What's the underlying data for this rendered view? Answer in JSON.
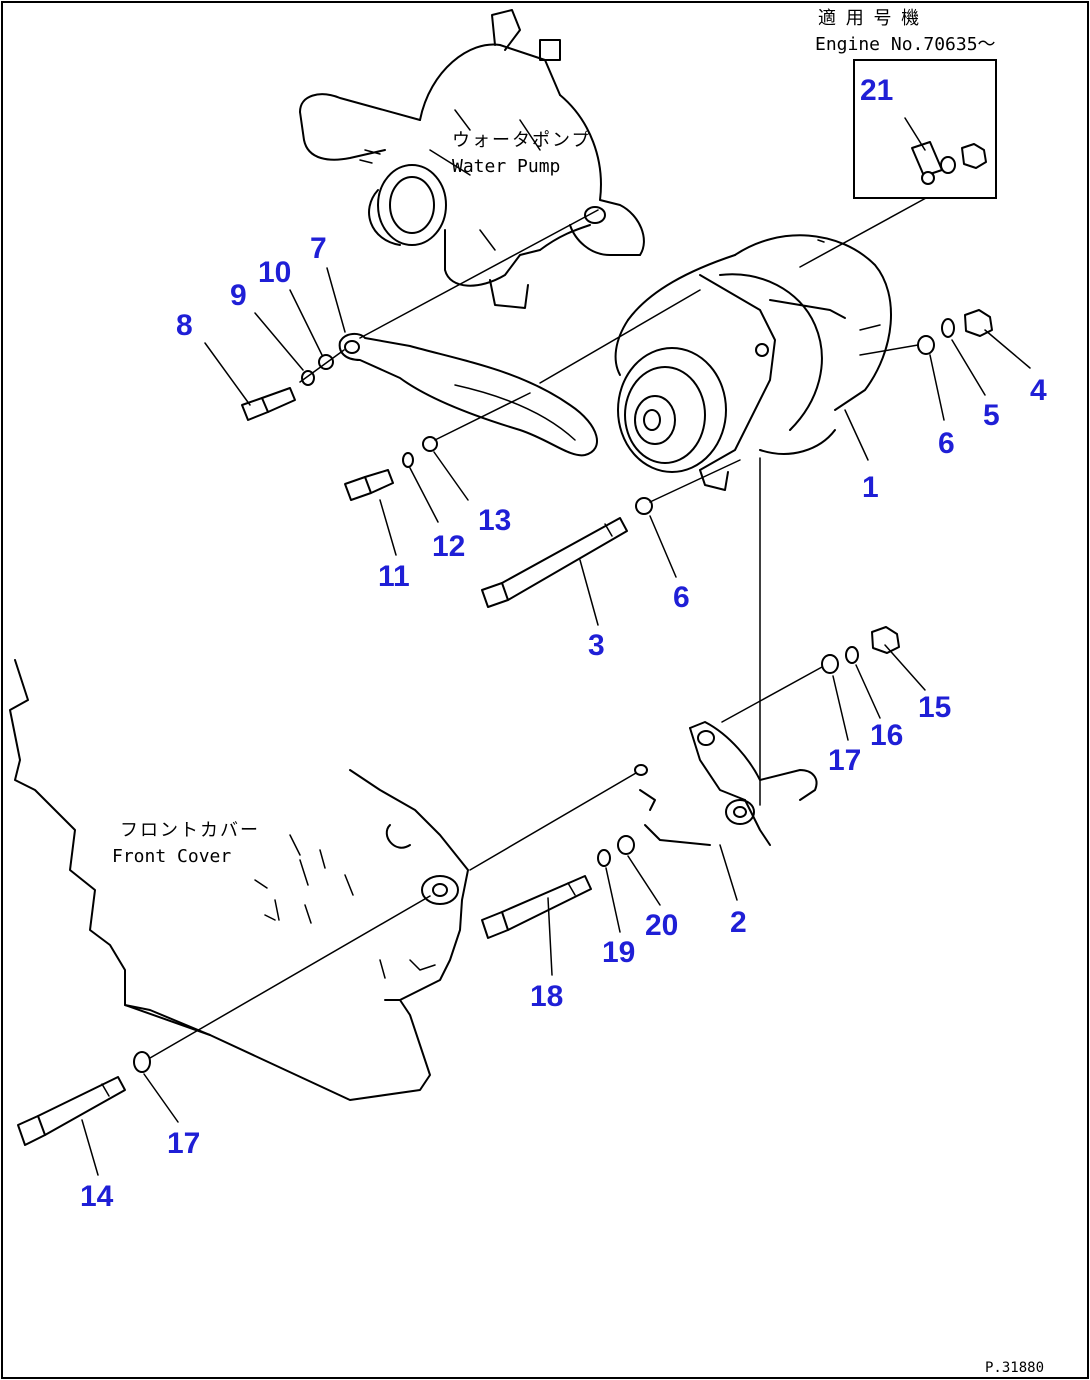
{
  "header": {
    "applicability_jp": "適 用 号 機",
    "engine_serial": "Engine No.70635～"
  },
  "labels": {
    "water_pump_jp": "ウォータポンプ",
    "water_pump_en": "Water Pump",
    "front_cover_jp": "フロントカバー",
    "front_cover_en": "Front Cover"
  },
  "callouts": {
    "c1": "1",
    "c2": "2",
    "c3": "3",
    "c4": "4",
    "c5": "5",
    "c6a": "6",
    "c6b": "6",
    "c7": "7",
    "c8": "8",
    "c9": "9",
    "c10": "10",
    "c11": "11",
    "c12": "12",
    "c13": "13",
    "c14": "14",
    "c15": "15",
    "c16": "16",
    "c17a": "17",
    "c17b": "17",
    "c18": "18",
    "c19": "19",
    "c20": "20",
    "c21": "21"
  },
  "footer": {
    "page_code": "P.31880"
  },
  "colors": {
    "callout": "#1f1fd6",
    "line": "#000000",
    "background": "#ffffff"
  }
}
